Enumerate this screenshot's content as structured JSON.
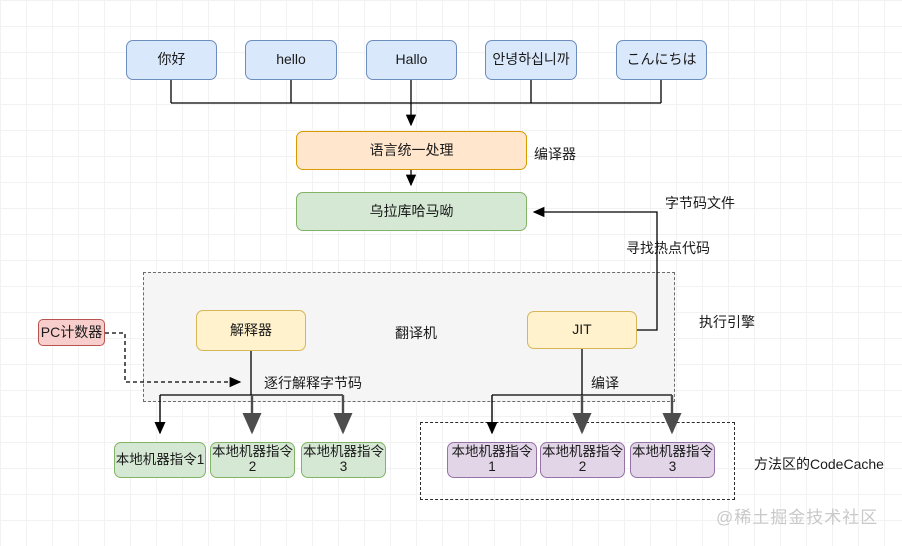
{
  "source_langs": [
    {
      "label": "你好"
    },
    {
      "label": "hello"
    },
    {
      "label": "Hallo"
    },
    {
      "label": "안녕하십니까"
    },
    {
      "label": "こんにちは"
    }
  ],
  "compiler": {
    "label": "语言统一处理",
    "annotation": "编译器"
  },
  "bytecode": {
    "label": "乌拉库哈马呦",
    "annotation": "字节码文件",
    "hot_code_annotation": "寻找热点代码"
  },
  "execution_engine": {
    "annotation": "执行引擎",
    "interpreter_label": "解释器",
    "translator_label": "翻译机",
    "jit_label": "JIT",
    "interpret_annotation": "逐行解释字节码",
    "compile_annotation": "编译"
  },
  "pc_counter": {
    "label": "PC计数器"
  },
  "interpreter_outputs": [
    {
      "label": "本地机器指令1"
    },
    {
      "label": "本地机器指令2"
    },
    {
      "label": "本地机器指令3"
    }
  ],
  "jit_outputs": [
    {
      "label": "本地机器指令1"
    },
    {
      "label": "本地机器指令2"
    },
    {
      "label": "本地机器指令3"
    }
  ],
  "code_cache": {
    "annotation": "方法区的CodeCache"
  },
  "watermark": "@稀土掘金技术社区",
  "colors": {
    "blue_fill": "#dae8fc",
    "blue_border": "#6c8ebf",
    "orange_fill": "#ffe6cc",
    "orange_border": "#d79b00",
    "green_fill": "#d5e8d4",
    "green_border": "#82b366",
    "yellow_fill": "#fff2cc",
    "yellow_border": "#d6b656",
    "pink_fill": "#f8cecc",
    "pink_border": "#b85450",
    "purple_fill": "#e1d5e7",
    "purple_border": "#9673a6"
  }
}
